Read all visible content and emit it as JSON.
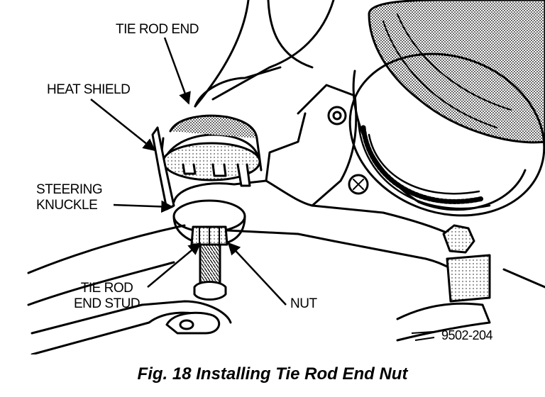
{
  "labels": {
    "tie_rod_end": "TIE ROD END",
    "heat_shield": "HEAT SHIELD",
    "steering_knuckle_line1": "STEERING",
    "steering_knuckle_line2": "KNUCKLE",
    "tie_rod_end_stud_line1": "TIE ROD",
    "tie_rod_end_stud_line2": "END STUD",
    "nut": "NUT",
    "figure_code": "9502-204"
  },
  "caption": "Fig. 18 Installing Tie Rod End Nut"
}
